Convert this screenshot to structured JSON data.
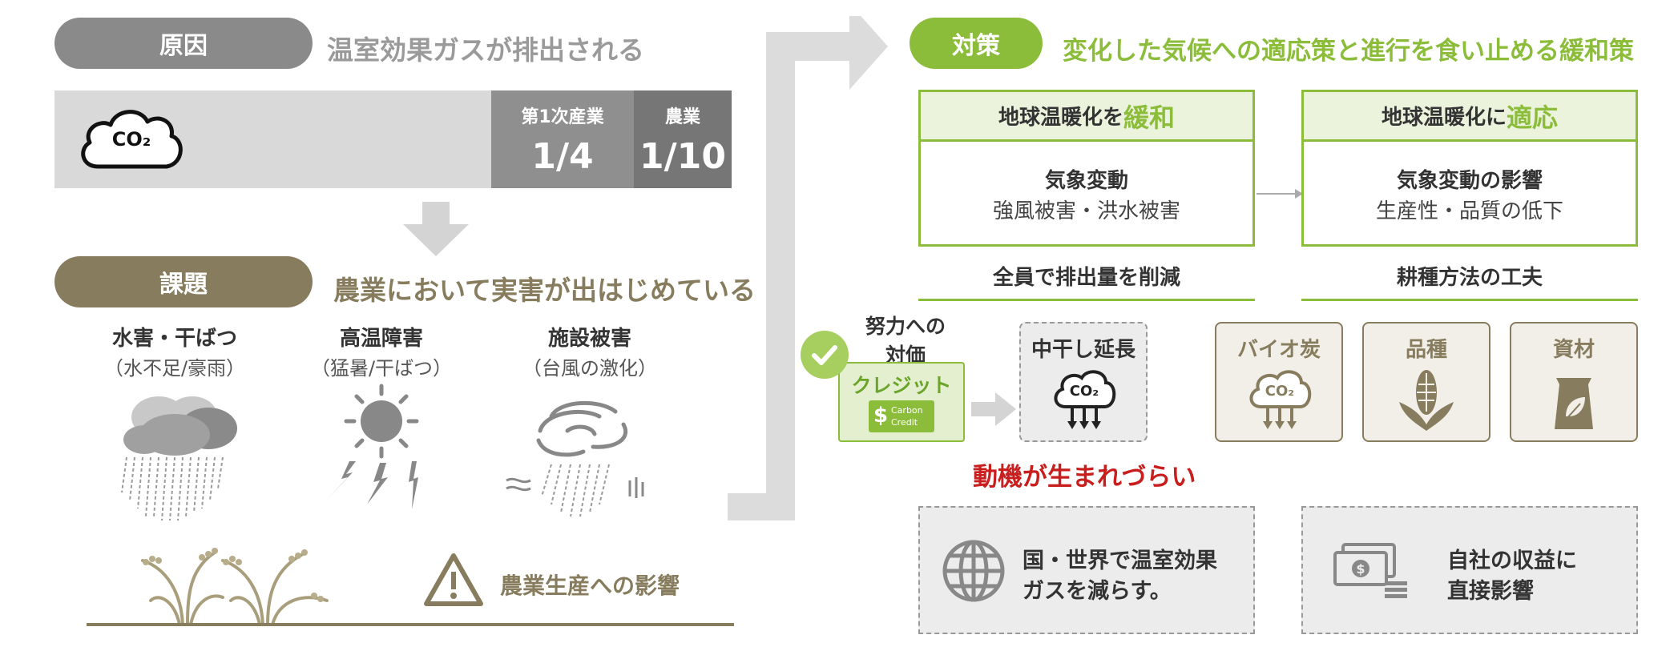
{
  "cause": {
    "tag": "原因",
    "heading": "温室効果ガスが排出される",
    "co2_label": "CO₂",
    "primary_industry": {
      "label": "第1次産業",
      "value": "1/4"
    },
    "agriculture": {
      "label": "農業",
      "value": "1/10"
    }
  },
  "issue": {
    "tag": "課題",
    "heading": "農業において実害が出はじめている",
    "damages": [
      {
        "title": "水害・干ばつ",
        "sub": "（水不足/豪雨）",
        "icon": "storm-cloud-icon"
      },
      {
        "title": "高温障害",
        "sub": "（猛暑/干ばつ）",
        "icon": "sun-lightning-icon"
      },
      {
        "title": "施設被害",
        "sub": "（台風の激化）",
        "icon": "typhoon-icon"
      }
    ],
    "impact": "農業生産への影響"
  },
  "measures": {
    "tag": "対策",
    "heading": "変化した気候への適応策と進行を食い止める緩和策",
    "mitigation": {
      "title_prefix": "地球温暖化を",
      "title_emph": "緩和",
      "body_title": "気象変動",
      "body_text": "強風被害・洪水被害",
      "subtitle": "全員で排出量を削減"
    },
    "adaptation": {
      "title_prefix": "地球温暖化に",
      "title_emph": "適応",
      "body_title": "気象変動の影響",
      "body_text": "生産性・品質の低下",
      "subtitle": "耕種方法の工夫"
    },
    "reward_label_1": "努力への",
    "reward_label_2": "対価",
    "credit": {
      "label": "クレジット",
      "badge_1": "Carbon",
      "badge_2": "Credit"
    },
    "midseason_drainage": {
      "label": "中干し延長",
      "co2": "CO₂"
    },
    "adapt_items": [
      {
        "label": "バイオ炭",
        "icon": "co2-down-icon",
        "co2": "CO₂"
      },
      {
        "label": "品種",
        "icon": "corn-icon"
      },
      {
        "label": "資材",
        "icon": "fertilizer-bag-icon"
      }
    ],
    "motivation": "動機が生まれづらい",
    "reason_1": {
      "line1": "国・世界で温室効果",
      "line2": "ガスを減らす。",
      "icon": "globe-icon"
    },
    "reason_2": {
      "line1": "自社の収益に",
      "line2": "直接影響",
      "icon": "money-icon"
    }
  },
  "colors": {
    "cause_gray": "#8a8a8a",
    "issue_olive": "#877d5e",
    "measure_green": "#8cbd3a",
    "alert_red": "#c81e1e"
  }
}
